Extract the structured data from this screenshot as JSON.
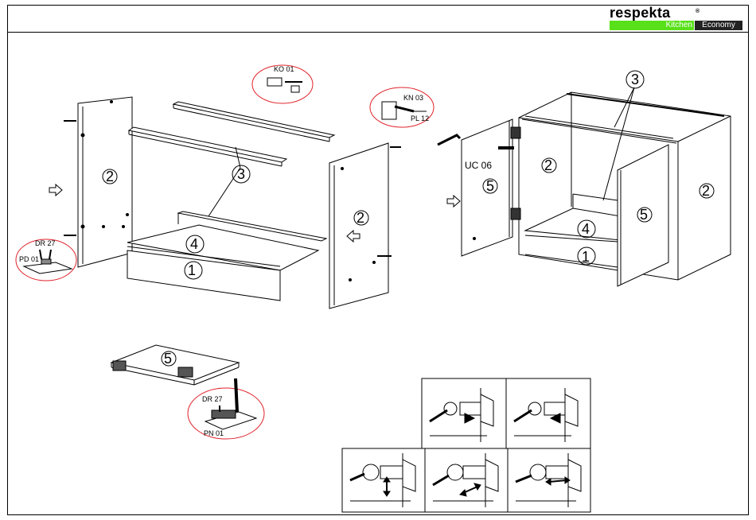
{
  "brand": {
    "name": "respekta",
    "reg": "®",
    "kitchen": "Kitchen",
    "economy": "Economy"
  },
  "callouts": {
    "ko01": "KO 01",
    "kn03": "KN 03",
    "pl12": "PL 12",
    "dr27_left": "DR 27",
    "pd01": "PD 01",
    "uc06": "UC 06",
    "dr27_bottom": "DR 27",
    "pn01": "PN 01"
  },
  "parts": {
    "side_left": "2",
    "side_right": "2",
    "rails": "3",
    "shelf": "4",
    "bottom": "1",
    "assembled_side_left": "2",
    "assembled_door": "5",
    "assembled_door_right": "5",
    "assembled_side_right": "2",
    "assembled_rails": "3",
    "assembled_shelf": "4",
    "assembled_bottom": "1",
    "door_flat": "5",
    "door_hung": "5"
  },
  "colors": {
    "accent_circle": "#e0222a",
    "brand_green": "#58e01a",
    "brand_dark": "#222222"
  }
}
